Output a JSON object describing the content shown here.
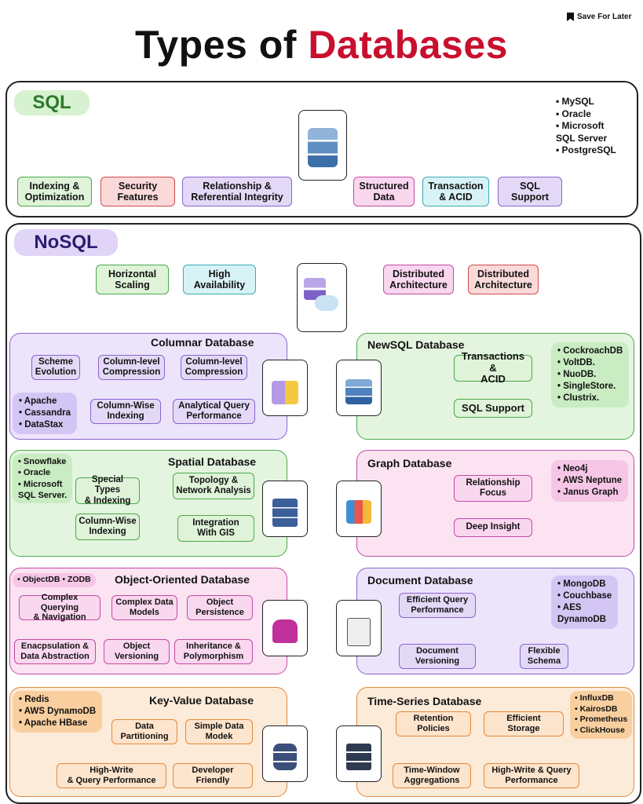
{
  "header": {
    "title_part1": "Types of ",
    "title_part2": "Databases",
    "save_label": "Save For Later"
  },
  "sql": {
    "label": "SQL",
    "examples": [
      "• MySQL",
      "• Oracle",
      "• Microsoft\n   SQL Server",
      "• PostgreSQL"
    ],
    "features": [
      "Indexing &\nOptimization",
      "Security\nFeatures",
      "Relationship &\nReferential Integrity",
      "Structured\nData",
      "Transaction\n& ACID",
      "SQL\nSupport"
    ]
  },
  "nosql": {
    "label": "NoSQL",
    "features": [
      "Horizontal\nScaling",
      "High\nAvailability",
      "Distributed\nArchitecture",
      "Distributed\nArchitecture"
    ],
    "columnar": {
      "title": "Columnar Database",
      "items": [
        "Scheme\nEvolution",
        "Column-level\nCompression",
        "Column-level\nCompression",
        "Column-Wise\nIndexing",
        "Analytical Query\nPerformance"
      ],
      "examples": [
        "• Apache",
        "• Cassandra",
        "• DataStax"
      ]
    },
    "newsql": {
      "title": "NewSQL Database",
      "items": [
        "Transactions &\nACID",
        "SQL Support"
      ],
      "examples": [
        "• CockroachDB",
        "• VoltDB.",
        "• NuoDB.",
        "• SingleStore.",
        "• Clustrix."
      ]
    },
    "spatial": {
      "title": "Spatial Database",
      "items": [
        "Special Types\n& Indexing",
        "Topology &\nNetwork Analysis",
        "Column-Wise\nIndexing",
        "Integration\nWith GIS"
      ],
      "examples": [
        "• Snowflake",
        "• Oracle",
        "• Microsoft\n   SQL Server."
      ]
    },
    "graph": {
      "title": "Graph Database",
      "items": [
        "Relationship\nFocus",
        "Deep Insight"
      ],
      "examples": [
        "• Neo4j",
        "• AWS Neptune",
        "• Janus Graph"
      ]
    },
    "object": {
      "title": "Object-Oriented Database",
      "items": [
        "Complex Querying\n& Navigation",
        "Complex Data\nModels",
        "Object\nPersistence",
        "Enacpsulation &\nData Abstraction",
        "Object\nVersioning",
        "Inheritance &\nPolymorphism"
      ],
      "examples": [
        "• ObjectDB  • ZODB"
      ]
    },
    "document": {
      "title": "Document Database",
      "items": [
        "Efficient Query\nPerformance",
        "Document\nVersioning",
        "Flexible\nSchema"
      ],
      "examples": [
        "• MongoDB",
        "• Couchbase",
        "• AES\n   DynamoDB"
      ]
    },
    "keyvalue": {
      "title": "Key-Value Database",
      "items": [
        "Data\nPartitioning",
        "Simple Data\nModek",
        "High-Write\n& Query Performance",
        "Developer\nFriendly"
      ],
      "examples": [
        "• Redis",
        "• AWS DynamoDB",
        "• Apache HBase"
      ]
    },
    "timeseries": {
      "title": "Time-Series Database",
      "items": [
        "Retention\nPolicies",
        "Efficient\nStorage",
        "Time-Window\nAggregations",
        "High-Write & Query\nPerformance"
      ],
      "examples": [
        "• InfluxDB",
        "• KairosDB",
        "• Prometheus",
        "• ClickHouse"
      ]
    }
  }
}
